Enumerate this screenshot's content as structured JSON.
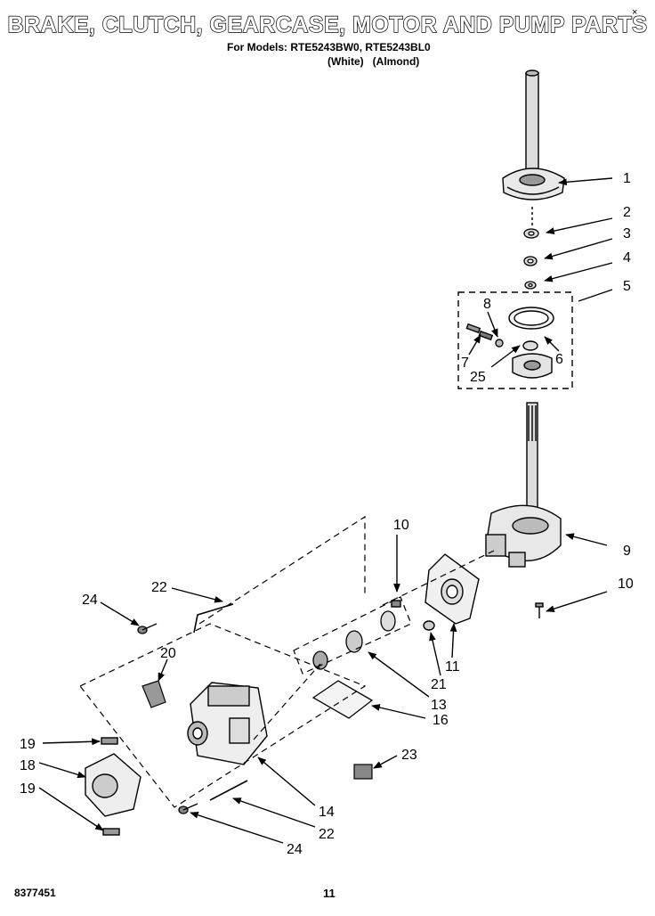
{
  "header": {
    "title": "BRAKE, CLUTCH, GEARCASE, MOTOR AND PUMP PARTS",
    "models_line": "For Models: RTE5243BW0, RTE5243BL0",
    "colors_line": "(White)   (Almond)",
    "corner_mark": "×"
  },
  "footer": {
    "doc_number": "8377451",
    "page_number": "11"
  },
  "callouts": [
    {
      "key": "c1",
      "label": "1"
    },
    {
      "key": "c2",
      "label": "2"
    },
    {
      "key": "c3",
      "label": "3"
    },
    {
      "key": "c4",
      "label": "4"
    },
    {
      "key": "c5",
      "label": "5"
    },
    {
      "key": "c6",
      "label": "6"
    },
    {
      "key": "c7",
      "label": "7"
    },
    {
      "key": "c8",
      "label": "8"
    },
    {
      "key": "c25",
      "label": "25"
    },
    {
      "key": "c9",
      "label": "9"
    },
    {
      "key": "c10a",
      "label": "10"
    },
    {
      "key": "c10b",
      "label": "10"
    },
    {
      "key": "c11",
      "label": "11"
    },
    {
      "key": "c21",
      "label": "21"
    },
    {
      "key": "c13",
      "label": "13"
    },
    {
      "key": "c16",
      "label": "16"
    },
    {
      "key": "c22a",
      "label": "22"
    },
    {
      "key": "c24a",
      "label": "24"
    },
    {
      "key": "c20",
      "label": "20"
    },
    {
      "key": "c19a",
      "label": "19"
    },
    {
      "key": "c18",
      "label": "18"
    },
    {
      "key": "c19b",
      "label": "19"
    },
    {
      "key": "c23",
      "label": "23"
    },
    {
      "key": "c14",
      "label": "14"
    },
    {
      "key": "c22b",
      "label": "22"
    },
    {
      "key": "c24b",
      "label": "24"
    }
  ]
}
